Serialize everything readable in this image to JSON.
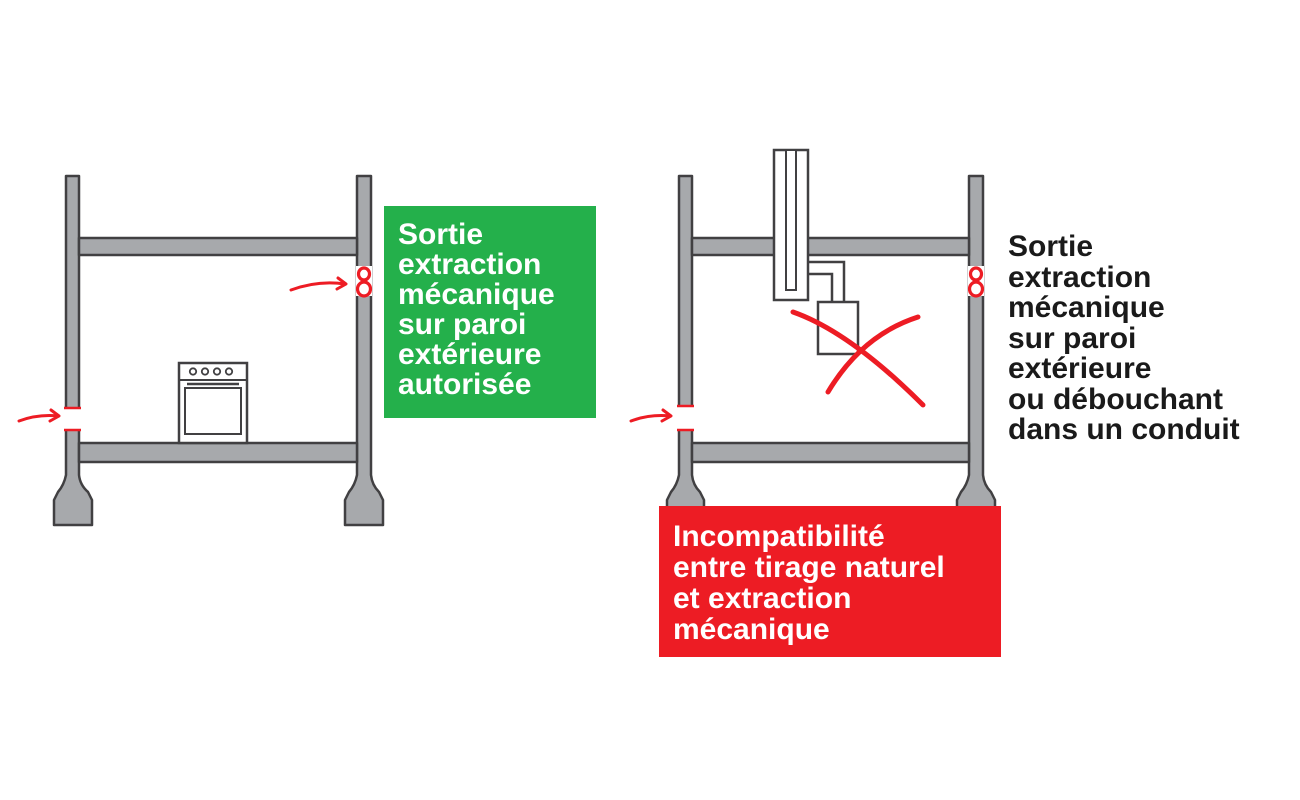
{
  "labels": {
    "left_box": {
      "lines": [
        "Sortie",
        "extraction",
        "mécanique",
        "sur paroi",
        "extérieure",
        "autorisée"
      ]
    },
    "right_text": {
      "lines": [
        "Sortie",
        "extraction",
        "mécanique",
        "sur paroi",
        "extérieure",
        "ou débouchant",
        "dans un conduit"
      ]
    },
    "bottom_box": {
      "lines": [
        "Incompatibilité",
        "entre tirage naturel",
        "et extraction",
        "mécanique"
      ]
    }
  },
  "colors": {
    "wall_fill": "#a7a9ac",
    "wall_stroke": "#414042",
    "green_box": "#24b04b",
    "red_box": "#ed1c24",
    "arrow": "#ed1c24",
    "text_dark": "#1a1a1a"
  },
  "icons": {
    "left_room": [
      "oven-icon",
      "air-inlet-arrow-icon",
      "extraction-outlet-icon"
    ],
    "right_room": [
      "flue-duct-icon",
      "boiler-icon",
      "cross-mark-icon",
      "air-inlet-arrow-icon",
      "extraction-outlet-icon"
    ]
  }
}
